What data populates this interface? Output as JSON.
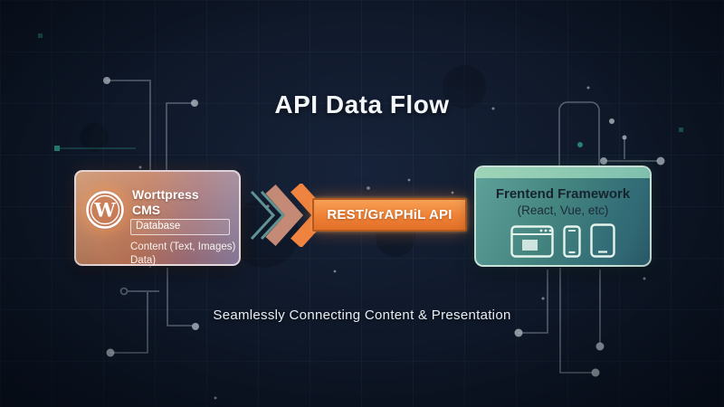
{
  "title": "API Data Flow",
  "subtitle": "Seamlessly Connecting Content & Presentation",
  "cms_box": {
    "logo_letter": "W",
    "title_line1": "Worttpress",
    "title_line2": "CMS",
    "database_field": "Database",
    "content_line1": "Content (Text, Images)",
    "content_line2": "Data)"
  },
  "api_arrow": {
    "label": "REST/GrAPHiL API"
  },
  "frontend_box": {
    "title": "Frentend Framework",
    "subtitle": "(React, Vue, etc)",
    "icons": [
      "browser-window-icon",
      "smartphone-icon",
      "tablet-icon"
    ]
  },
  "colors": {
    "background": "#0e1727",
    "accent_orange": "#ee8136",
    "accent_salmon": "#c58a76",
    "accent_teal": "#44847f",
    "cms_gradient_left": "#c68a62",
    "cms_gradient_right": "#8a7fa0",
    "circuit_line": "#9aa6b2",
    "node_teal": "#2ea390",
    "text_light": "#f4f7fa",
    "text_dark": "#16242f"
  }
}
